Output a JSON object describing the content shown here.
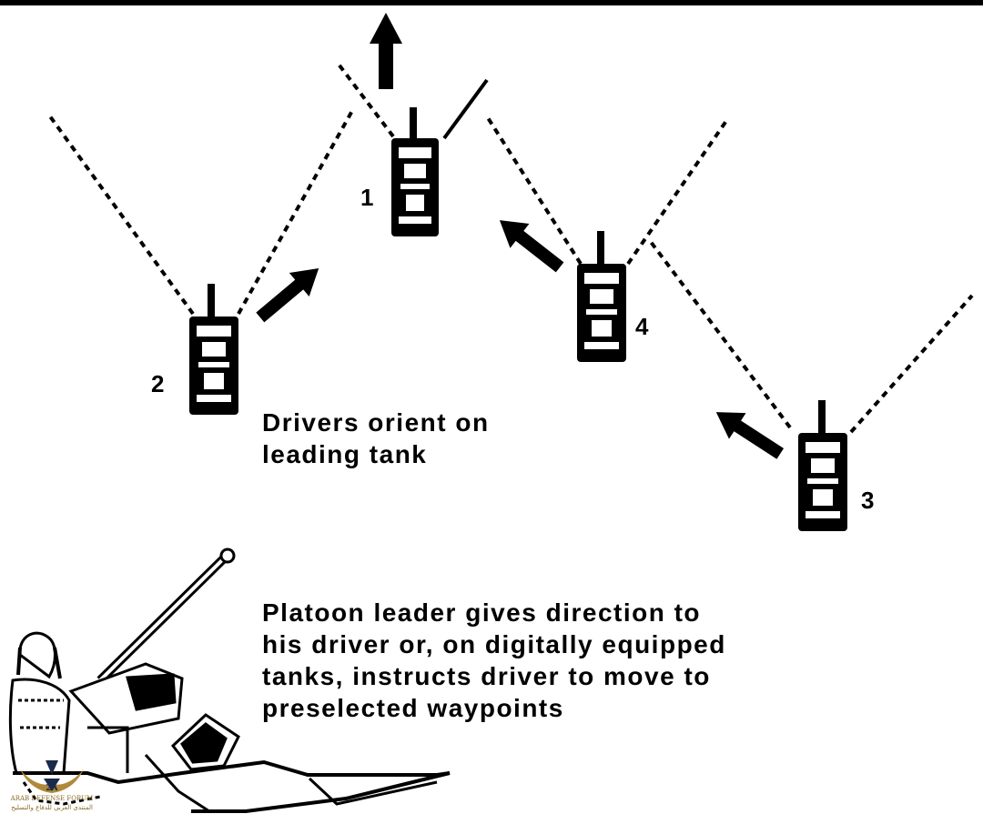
{
  "tanks": [
    {
      "id": "1",
      "label": "1"
    },
    {
      "id": "2",
      "label": "2"
    },
    {
      "id": "3",
      "label": "3"
    },
    {
      "id": "4",
      "label": "4"
    }
  ],
  "captions": {
    "drivers": [
      "Drivers orient on",
      "leading tank"
    ],
    "leader": [
      "Platoon leader gives direction to",
      "his driver or, on digitally equipped",
      "tanks,  instructs driver to move to",
      "preselected waypoints"
    ]
  },
  "watermark": {
    "name": "ARAB DEFENSE FORUM",
    "arabic": "المنتدى العربي للدفاع والتسليح",
    "mark": "2A"
  },
  "colors": {
    "ink": "#000000",
    "background": "#ffffff",
    "watermark": "#b08a3a"
  }
}
